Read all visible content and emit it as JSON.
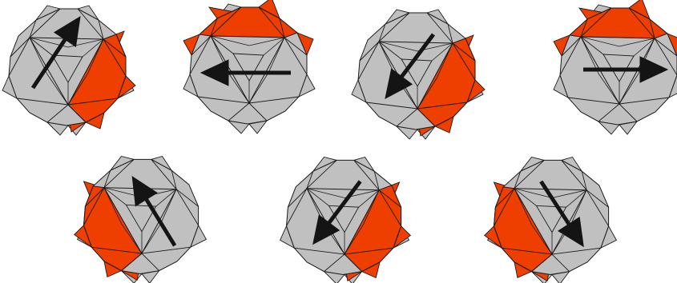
{
  "colors": {
    "background": "#ffffff",
    "gray_face": "#c0c0c0",
    "orange_face": "#ee3f00",
    "edge": "#1a1a1a",
    "arrow": "#141414"
  },
  "figures": [
    {
      "id": "fig-1",
      "orange": "right",
      "arrow_direction": "up-right"
    },
    {
      "id": "fig-2",
      "orange": "top",
      "arrow_direction": "left"
    },
    {
      "id": "fig-3",
      "orange": "right",
      "arrow_direction": "down-left"
    },
    {
      "id": "fig-4",
      "orange": "top",
      "arrow_direction": "right"
    },
    {
      "id": "fig-5",
      "orange": "left",
      "arrow_direction": "up-left"
    },
    {
      "id": "fig-6",
      "orange": "right",
      "arrow_direction": "down-left"
    },
    {
      "id": "fig-7",
      "orange": "left",
      "arrow_direction": "down-right"
    }
  ]
}
